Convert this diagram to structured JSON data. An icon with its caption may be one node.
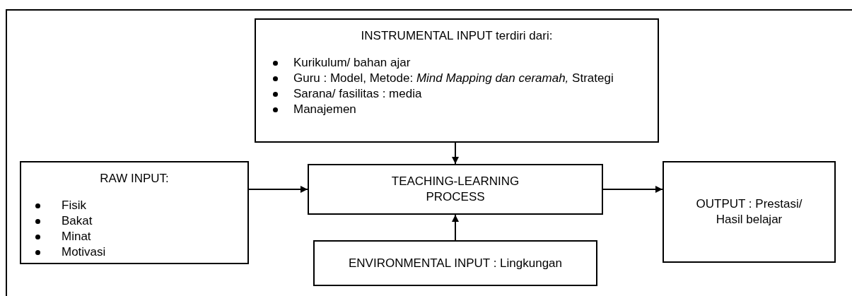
{
  "diagram": {
    "nodes": [
      {
        "text": [
          "INSTRUMENTAL INPUT terdiri dari:",
          "Kurikulum/ bahan ajar",
          "Guru : Model, Metode: *Mind Mapping dan ceramah,* Strategi",
          "Sarana/ fasilitas : media",
          "Manajemen"
        ]
      },
      {
        "text": [
          "RAW INPUT:",
          "Fisik",
          "Bakat",
          "Minat",
          "Motivasi"
        ]
      },
      {
        "text": [
          "TEACHING-LEARNING PROCESS"
        ]
      },
      {
        "text": [
          "ENVIRONMENTAL INPUT : Lingkungan"
        ]
      },
      {
        "text": [
          "OUTPUT : Prestasi/ Hasil belajar"
        ]
      }
    ],
    "edges": [
      {
        "from": 0,
        "to": 2,
        "arrow": "to"
      },
      {
        "from": 1,
        "to": 2,
        "arrow": "to"
      },
      {
        "from": 3,
        "to": 2,
        "arrow": "to"
      },
      {
        "from": 2,
        "to": 4,
        "arrow": "to"
      }
    ]
  }
}
